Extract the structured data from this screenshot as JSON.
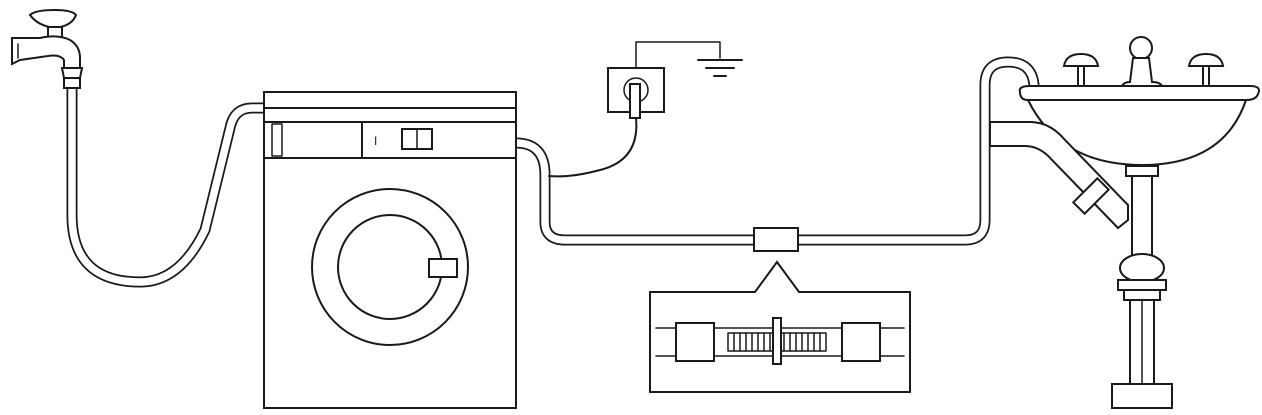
{
  "diagram": {
    "panel_mark": "I",
    "components": [
      "water-tap",
      "inlet-hose",
      "washing-machine",
      "power-socket",
      "ground-symbol",
      "drain-hose",
      "hose-connector",
      "connector-detail",
      "wash-basin",
      "drain-trap"
    ]
  }
}
